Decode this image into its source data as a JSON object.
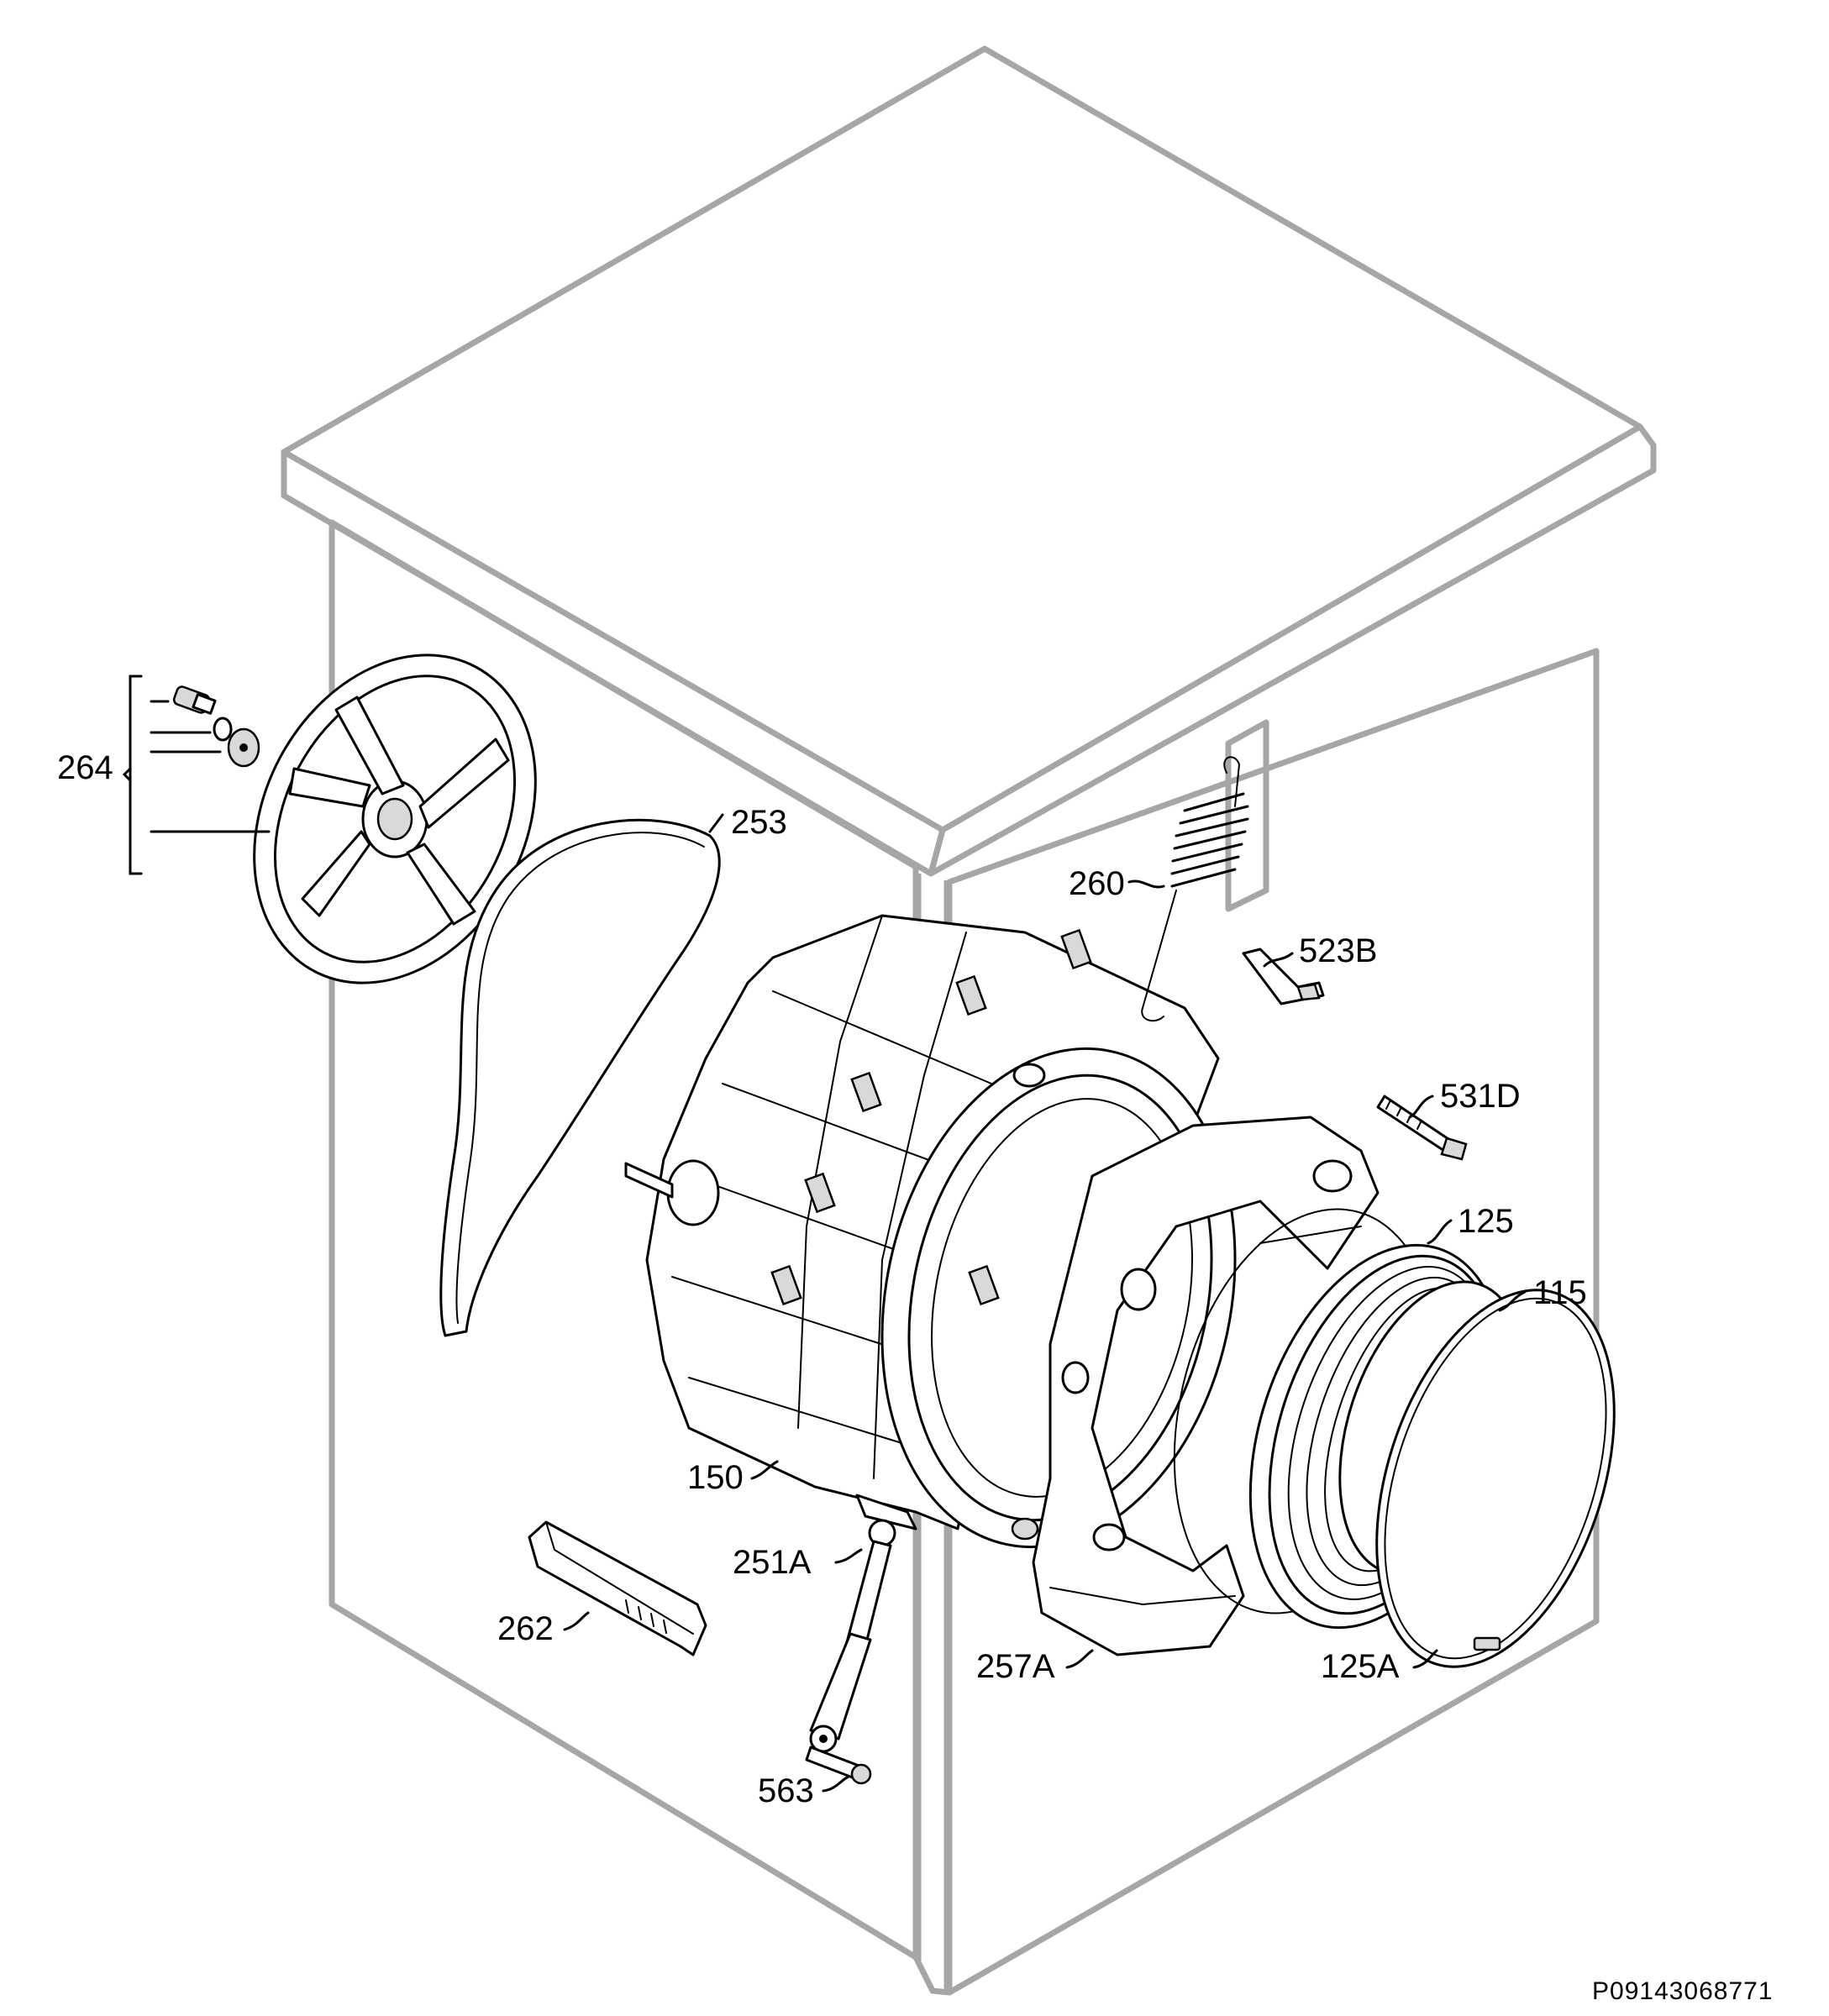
{
  "diagram": {
    "reference_code": "P09143068771",
    "callouts": {
      "p264": "264",
      "p253": "253",
      "p260": "260",
      "p523B": "523B",
      "p531D": "531D",
      "p125": "125",
      "p115": "115",
      "p150": "150",
      "p251A": "251A",
      "p262": "262",
      "p257A": "257A",
      "p125A": "125A",
      "p563": "563"
    }
  }
}
